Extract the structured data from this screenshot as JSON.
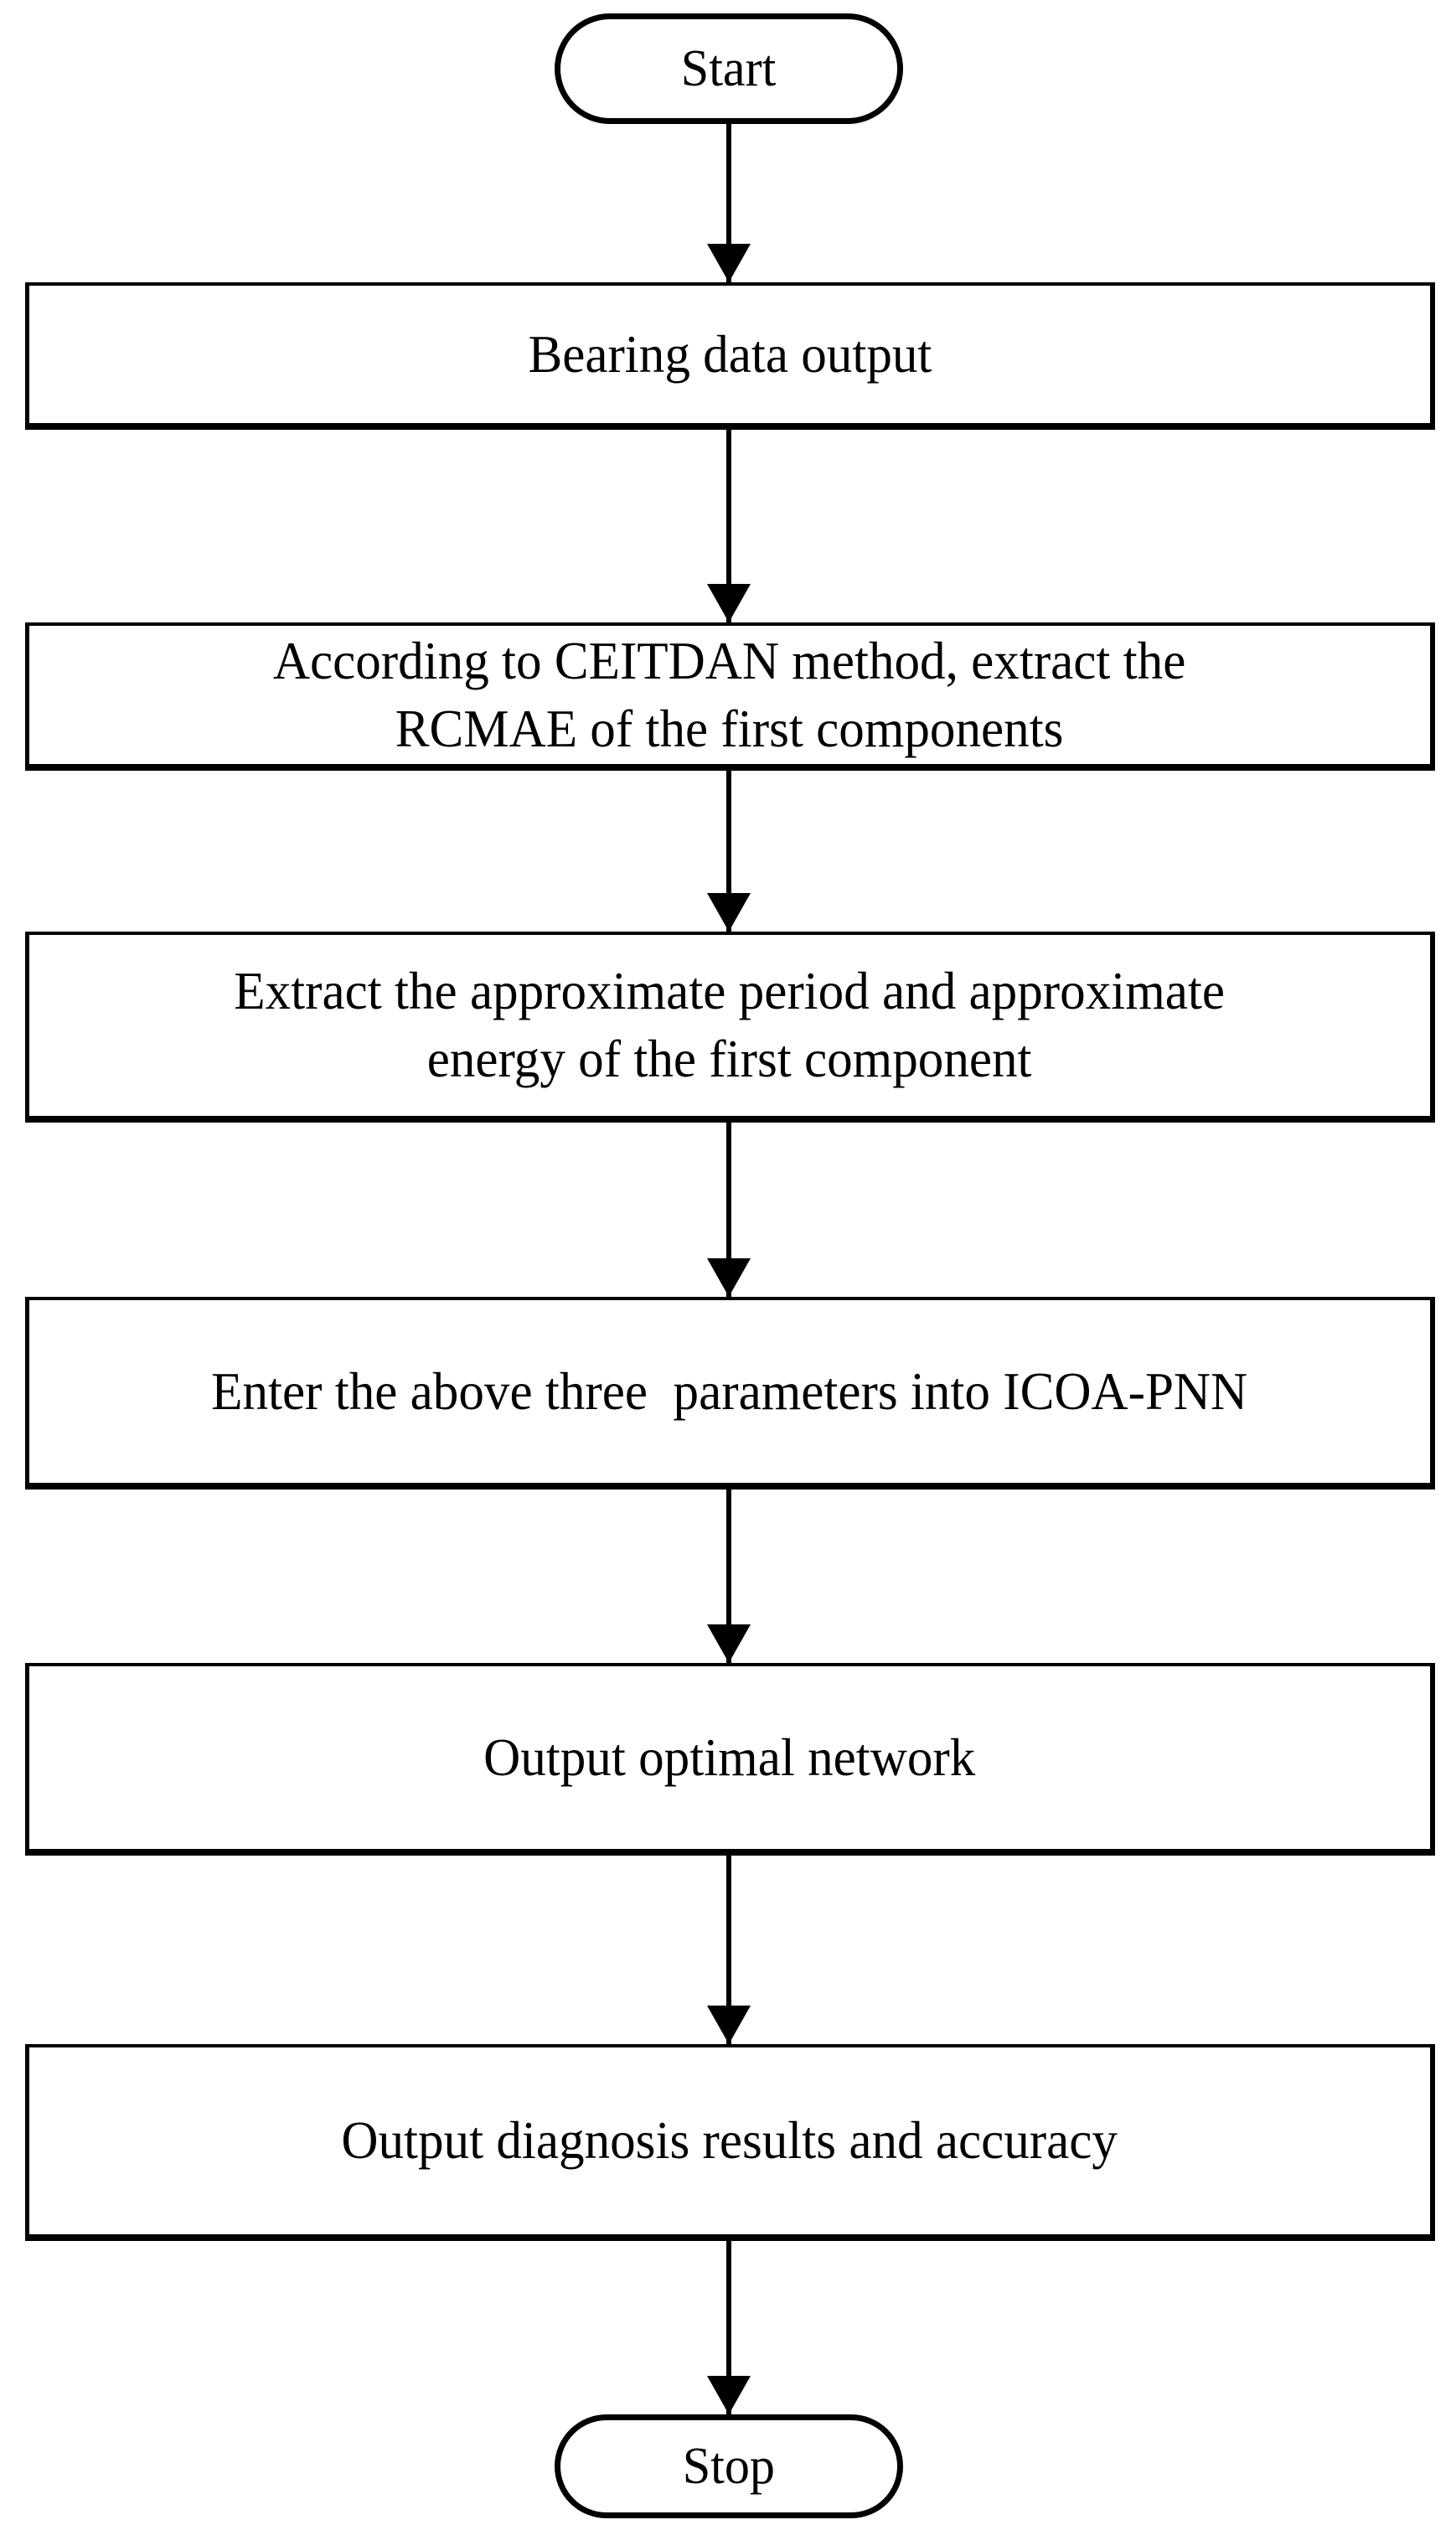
{
  "flowchart": {
    "background_color": "#ffffff",
    "line_color": "#000000",
    "nodes": [
      {
        "id": "start",
        "type": "terminator",
        "label": "Start"
      },
      {
        "id": "bearing-data-output",
        "type": "process",
        "label": "Bearing data output"
      },
      {
        "id": "ceitdan-extract-rcmae",
        "type": "process",
        "label": "According to CEITDAN method, extract the\nRCMAE of the first components"
      },
      {
        "id": "extract-period-energy",
        "type": "process",
        "label": "Extract the approximate period and approximate\nenergy of the first component"
      },
      {
        "id": "enter-parameters-icoa-pnn",
        "type": "process",
        "label": "Enter the above three  parameters into ICOA-PNN"
      },
      {
        "id": "output-optimal-network",
        "type": "process",
        "label": "Output optimal network"
      },
      {
        "id": "output-diagnosis-results",
        "type": "process",
        "label": "Output diagnosis results and accuracy"
      },
      {
        "id": "stop",
        "type": "terminator",
        "label": "Stop"
      }
    ]
  }
}
